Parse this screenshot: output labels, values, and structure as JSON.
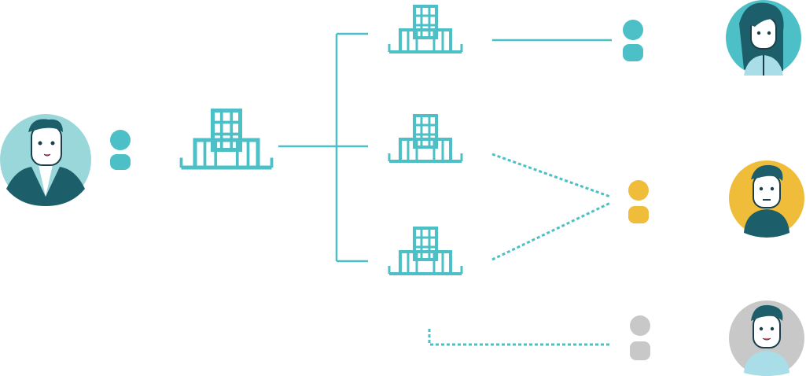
{
  "colors": {
    "teal": "#4cc0c6",
    "dark_teal": "#1d5e6b",
    "yellow": "#f0bd3a",
    "grey": "#c8c8c8",
    "light_teal": "#9ad7db",
    "light_blue": "#a9dde8",
    "skin": "#ffffff",
    "ink": "#1a3f4a"
  },
  "nodes": {
    "owner": {
      "icon": "person-icon",
      "color": "teal"
    },
    "parent_company": {
      "icon": "buildings-icon",
      "color": "teal"
    },
    "subsidiaries": [
      {
        "icon": "buildings-icon",
        "color": "teal"
      },
      {
        "icon": "buildings-icon",
        "color": "teal"
      },
      {
        "icon": "buildings-icon",
        "color": "teal"
      }
    ],
    "people": [
      {
        "icon": "person-icon",
        "color": "teal",
        "link": "solid"
      },
      {
        "icon": "person-icon",
        "color": "yellow",
        "link": "dashed"
      },
      {
        "icon": "person-icon",
        "color": "grey",
        "link": "dashed"
      }
    ],
    "avatars": [
      {
        "icon": "man-avatar-icon",
        "bg": "light_teal"
      },
      {
        "icon": "woman-avatar-icon",
        "bg": "teal"
      },
      {
        "icon": "man-avatar-icon",
        "bg": "yellow"
      },
      {
        "icon": "man-avatar-icon",
        "bg": "grey"
      }
    ]
  }
}
